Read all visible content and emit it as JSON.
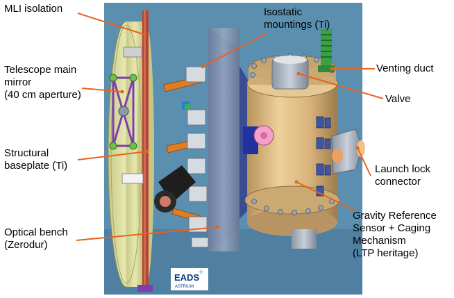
{
  "labels": {
    "mli_isolation": [
      "MLI isolation"
    ],
    "isostatic_mountings": [
      "Isostatic",
      "mountings (Ti)"
    ],
    "telescope_mirror": [
      "Telescope main",
      "mirror",
      "(40 cm aperture)"
    ],
    "structural_baseplate": [
      "Structural",
      "baseplate (Ti)"
    ],
    "optical_bench": [
      "Optical bench",
      "(Zerodur)"
    ],
    "venting_duct": [
      "Venting duct"
    ],
    "valve": [
      "Valve"
    ],
    "launch_lock": [
      "Launch lock",
      "connector"
    ],
    "gravity_reference": [
      "Gravity Reference",
      "Sensor + Caging",
      "Mechanism",
      "(LTP heritage)"
    ]
  },
  "logo": {
    "text": "EADS",
    "subtext": "ASTRIUM"
  },
  "colors": {
    "leader_line": "#e8621c",
    "baseplate_ring": "#b4452f",
    "mirror_body": "#d8d99a",
    "mirror_dark": "#b7b877",
    "grs_housing": "#d9b47c",
    "grs_shadow": "#a98a58",
    "bench_blue": "#4c5ea8",
    "bench_grey": "#7d90a8",
    "venting_duct": "#3aa046",
    "struts": "#e07d23",
    "mount_purple": "#7c3fb0"
  }
}
